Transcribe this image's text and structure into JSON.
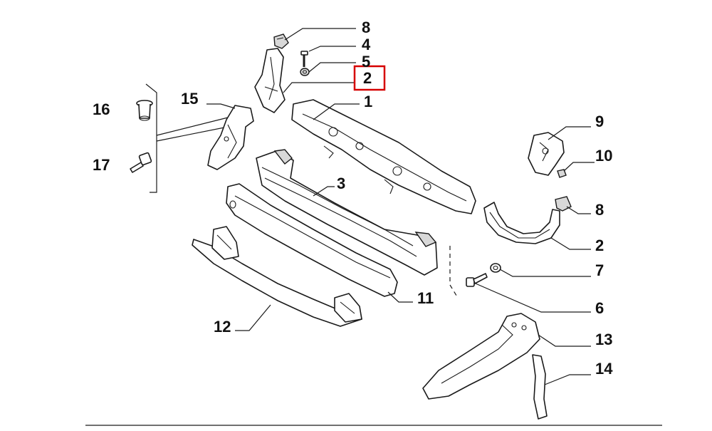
{
  "diagram": {
    "callouts": [
      {
        "id": "c8a",
        "label": "8"
      },
      {
        "id": "c4",
        "label": "4"
      },
      {
        "id": "c5",
        "label": "5"
      },
      {
        "id": "c2a",
        "label": "2",
        "highlighted": true
      },
      {
        "id": "c1",
        "label": "1"
      },
      {
        "id": "c15",
        "label": "15"
      },
      {
        "id": "c16",
        "label": "16"
      },
      {
        "id": "c17",
        "label": "17"
      },
      {
        "id": "c3",
        "label": "3"
      },
      {
        "id": "c9",
        "label": "9"
      },
      {
        "id": "c10",
        "label": "10"
      },
      {
        "id": "c8b",
        "label": "8"
      },
      {
        "id": "c2b",
        "label": "2"
      },
      {
        "id": "c7",
        "label": "7"
      },
      {
        "id": "c6",
        "label": "6"
      },
      {
        "id": "c11",
        "label": "11"
      },
      {
        "id": "c12",
        "label": "12"
      },
      {
        "id": "c13",
        "label": "13"
      },
      {
        "id": "c14",
        "label": "14"
      }
    ],
    "highlight_color": "#d60000",
    "line_color": "#1a1a1a"
  }
}
